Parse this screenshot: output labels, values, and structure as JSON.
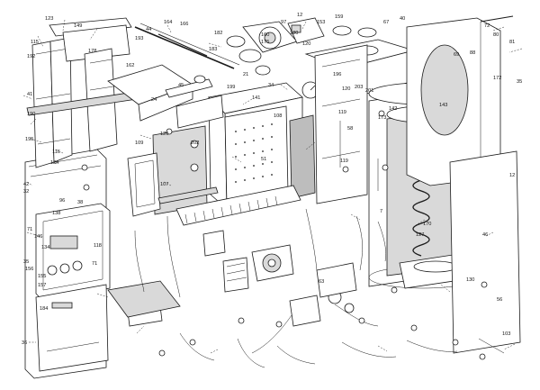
{
  "diagram": {
    "callouts": [
      "123",
      "149",
      "178",
      "115",
      "192",
      "41",
      "190",
      "195",
      "116",
      "124",
      "42",
      "32",
      "38",
      "71",
      "146",
      "156",
      "155",
      "157",
      "35",
      "134",
      "71",
      "184",
      "36",
      "118",
      "164",
      "44",
      "193",
      "166",
      "141",
      "183",
      "182",
      "97",
      "12",
      "180",
      "175",
      "120",
      "159",
      "40",
      "72",
      "80",
      "81",
      "88",
      "172",
      "35",
      "162",
      "199",
      "142",
      "120",
      "160",
      "21",
      "34",
      "58",
      "196",
      "119",
      "201",
      "143",
      "203",
      "202",
      "51",
      "120",
      "119",
      "24",
      "45",
      "107",
      "109",
      "173",
      "138",
      "96",
      "67",
      "170",
      "7",
      "130",
      "56",
      "46",
      "12",
      "63",
      "69",
      "103",
      "108",
      "127",
      "153"
    ]
  },
  "colors": {
    "line": "#1a1a1a",
    "fill": "#ffffff",
    "shade": "#d9d9d9",
    "dark_shade": "#bdbdbd"
  }
}
